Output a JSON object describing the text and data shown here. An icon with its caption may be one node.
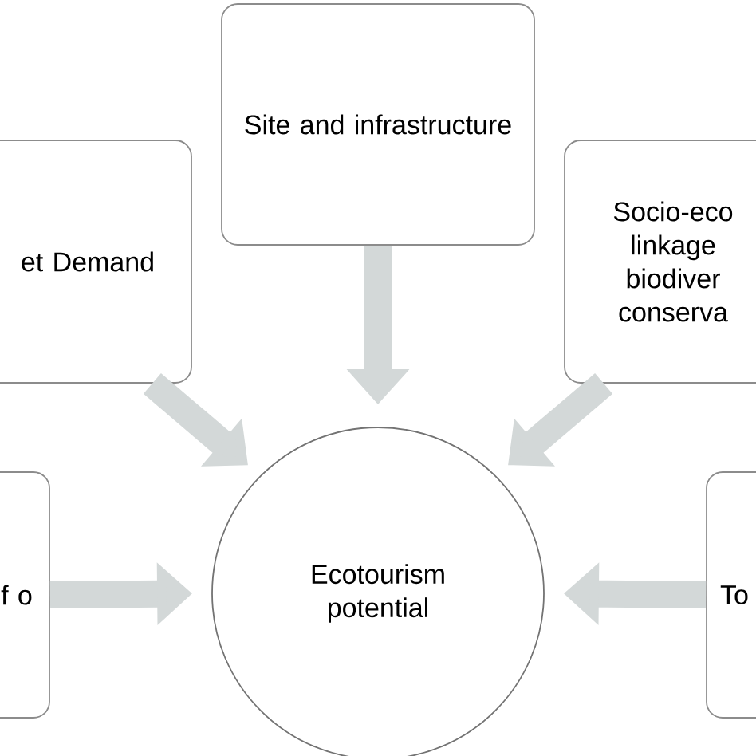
{
  "diagram": {
    "nodes": [
      {
        "text": [
          "et Demand"
        ]
      },
      {
        "text": [
          "Site and infrastructure"
        ]
      },
      {
        "text": [
          "Socio-eco linkage biodiver conserva"
        ]
      },
      {
        "text": [
          "f o"
        ]
      },
      {
        "text": [
          "To"
        ]
      },
      {
        "text": [
          "Ecotourism potential"
        ]
      }
    ],
    "edges": [
      {
        "from": 0,
        "to": 5,
        "arrow": "to"
      },
      {
        "from": 1,
        "to": 5,
        "arrow": "to"
      },
      {
        "from": 2,
        "to": 5,
        "arrow": "to"
      },
      {
        "from": 3,
        "to": 5,
        "arrow": "to"
      },
      {
        "from": 4,
        "to": 5,
        "arrow": "to"
      }
    ]
  }
}
